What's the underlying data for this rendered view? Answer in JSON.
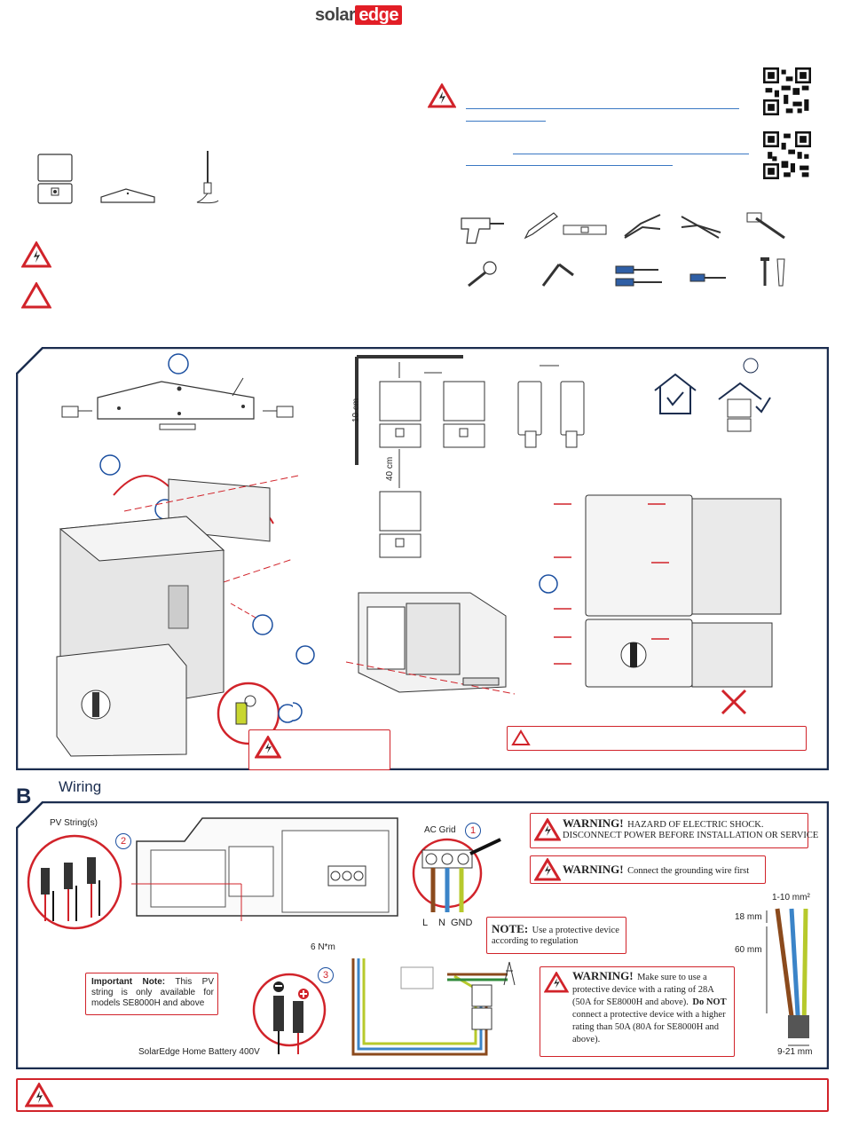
{
  "header": {
    "logo_part1": "solar",
    "logo_part2": "edge"
  },
  "panel_a": {
    "dimensions": {
      "gap_10cm": "10 cm",
      "gap_40cm": "40 cm"
    }
  },
  "section_b": {
    "letter": "B",
    "title": "Wiring",
    "pv_strings_label": "PV String(s)",
    "ac_grid_label": "AC Grid",
    "step1": "1",
    "step2": "2",
    "step3": "3",
    "wire_labels": [
      "L",
      "N",
      "GND"
    ],
    "torque": "6 N*m",
    "device_label": "SolarEdge Home Battery 400V",
    "important_note_bold": "Important Note:",
    "important_note_text": "This PV string is only available for models SE8000H and above",
    "warning_shock_title": "WARNING!",
    "warning_shock_text1": "HAZARD OF ELECTRIC SHOCK.",
    "warning_shock_text2": "DISCONNECT POWER BEFORE INSTALLATION OR SERVICE",
    "warning_ground_title": "WARNING!",
    "warning_ground_text": "Connect the grounding wire first",
    "note_title": "NOTE:",
    "note_text1": "Use a protective device",
    "note_text2": "according to regulation",
    "warning_rating_title": "WARNING!",
    "warning_rating_text": "Make sure to use a protective device with a rating of 28A (50A for SE8000H and above).",
    "warning_rating_bold": "Do NOT",
    "warning_rating_text2": "connect a protective device with a higher rating than 50A (80A for SE8000H and above).",
    "cable_cross_section": "1-10 mm²",
    "strip_18": "18 mm",
    "strip_60": "60 mm",
    "cable_diameter": "9-21 mm"
  },
  "colors": {
    "accent_red": "#d1232a",
    "navy": "#1b2d4f",
    "link_blue": "#3a78c3"
  }
}
